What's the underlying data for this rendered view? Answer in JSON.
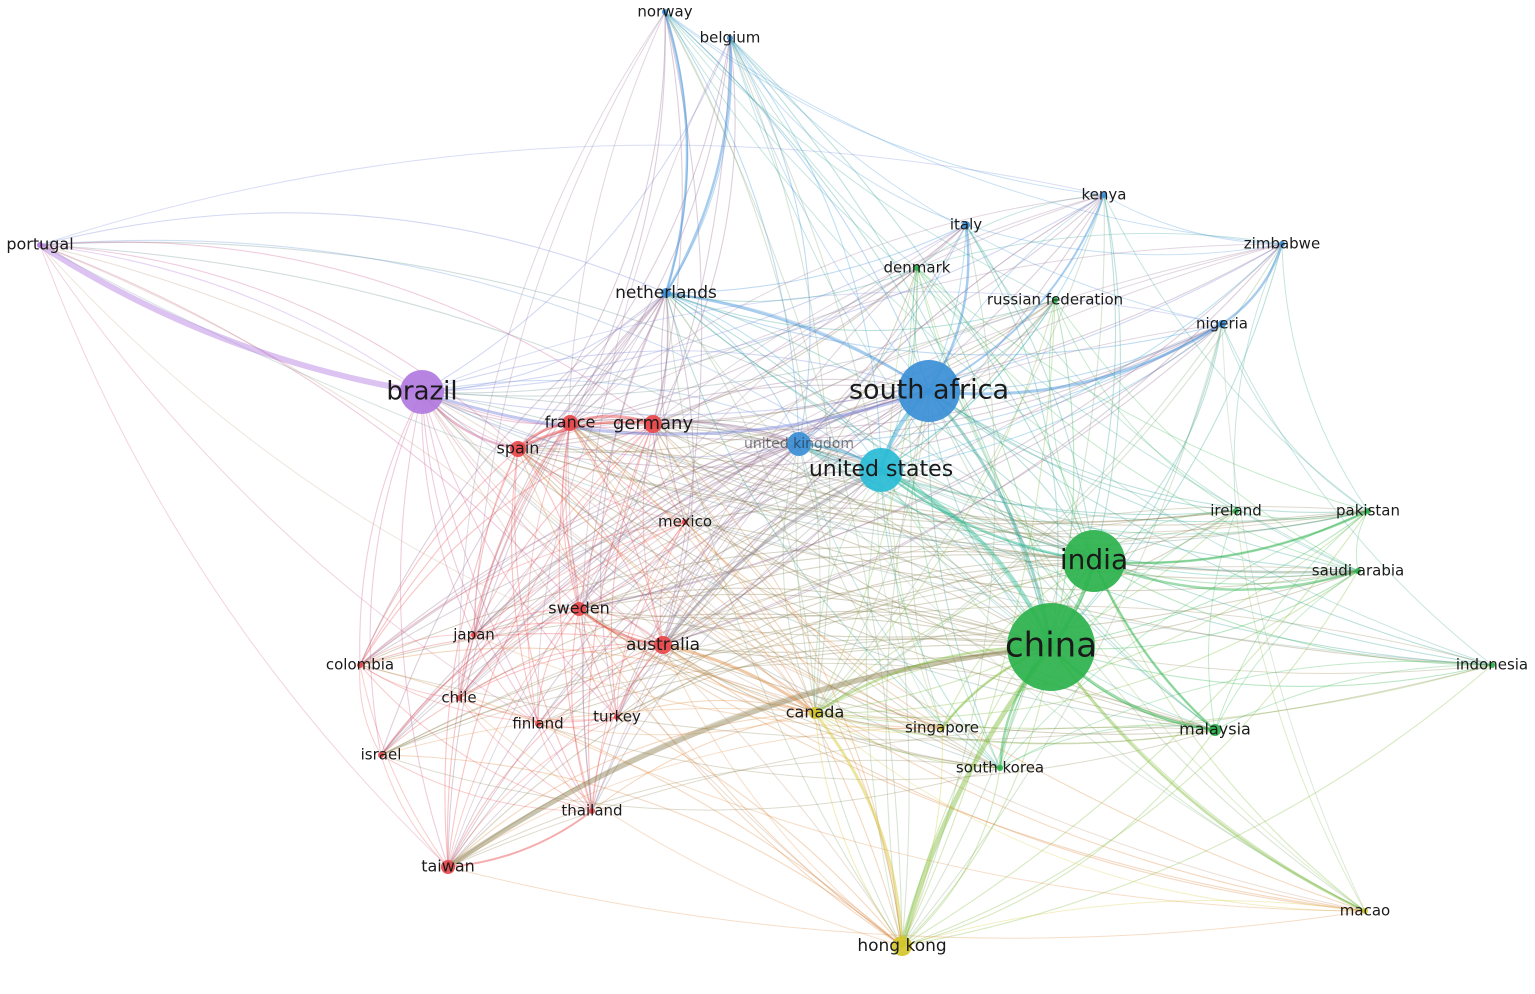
{
  "diagram": {
    "type": "country co-authorship network",
    "clusters": {
      "red": "#e8474a",
      "green": "#2bb24c",
      "blue": "#3b8fd6",
      "cyan": "#29bcd6",
      "purple": "#b27ae0",
      "yellow": "#d4c62c"
    },
    "nodes": [
      {
        "id": "norway",
        "label": "norway",
        "cluster": "blue",
        "weight": 1
      },
      {
        "id": "belgium",
        "label": "belgium",
        "cluster": "blue",
        "weight": 1
      },
      {
        "id": "kenya",
        "label": "kenya",
        "cluster": "blue",
        "weight": 1
      },
      {
        "id": "italy",
        "label": "italy",
        "cluster": "blue",
        "weight": 1.5
      },
      {
        "id": "zimbabwe",
        "label": "zimbabwe",
        "cluster": "blue",
        "weight": 1
      },
      {
        "id": "portugal",
        "label": "portugal",
        "cluster": "purple",
        "weight": 1
      },
      {
        "id": "denmark",
        "label": "denmark",
        "cluster": "green",
        "weight": 1
      },
      {
        "id": "russian_federation",
        "label": "russian federation",
        "cluster": "green",
        "weight": 1
      },
      {
        "id": "netherlands",
        "label": "netherlands",
        "cluster": "blue",
        "weight": 2
      },
      {
        "id": "nigeria",
        "label": "nigeria",
        "cluster": "blue",
        "weight": 1.5
      },
      {
        "id": "brazil",
        "label": "brazil",
        "cluster": "purple",
        "weight": 8
      },
      {
        "id": "south_africa",
        "label": "south africa",
        "cluster": "blue",
        "weight": 9
      },
      {
        "id": "france",
        "label": "france",
        "cluster": "red",
        "weight": 2
      },
      {
        "id": "germany",
        "label": "germany",
        "cluster": "red",
        "weight": 2.5
      },
      {
        "id": "spain",
        "label": "spain",
        "cluster": "red",
        "weight": 2
      },
      {
        "id": "united_kingdom",
        "label": "united kingdom",
        "cluster": "blue",
        "weight": 4
      },
      {
        "id": "united_states",
        "label": "united states",
        "cluster": "cyan",
        "weight": 6
      },
      {
        "id": "mexico",
        "label": "mexico",
        "cluster": "red",
        "weight": 1
      },
      {
        "id": "ireland",
        "label": "ireland",
        "cluster": "green",
        "weight": 1
      },
      {
        "id": "pakistan",
        "label": "pakistan",
        "cluster": "green",
        "weight": 1
      },
      {
        "id": "india",
        "label": "india",
        "cluster": "green",
        "weight": 8
      },
      {
        "id": "saudi_arabia",
        "label": "saudi arabia",
        "cluster": "green",
        "weight": 1
      },
      {
        "id": "sweden",
        "label": "sweden",
        "cluster": "red",
        "weight": 2
      },
      {
        "id": "japan",
        "label": "japan",
        "cluster": "red",
        "weight": 1
      },
      {
        "id": "australia",
        "label": "australia",
        "cluster": "red",
        "weight": 2.5
      },
      {
        "id": "china",
        "label": "china",
        "cluster": "green",
        "weight": 12
      },
      {
        "id": "colombia",
        "label": "colombia",
        "cluster": "red",
        "weight": 1
      },
      {
        "id": "indonesia",
        "label": "indonesia",
        "cluster": "green",
        "weight": 1
      },
      {
        "id": "chile",
        "label": "chile",
        "cluster": "red",
        "weight": 1
      },
      {
        "id": "canada",
        "label": "canada",
        "cluster": "yellow",
        "weight": 2
      },
      {
        "id": "singapore",
        "label": "singapore",
        "cluster": "yellow",
        "weight": 1.5
      },
      {
        "id": "finland",
        "label": "finland",
        "cluster": "red",
        "weight": 1
      },
      {
        "id": "turkey",
        "label": "turkey",
        "cluster": "red",
        "weight": 1
      },
      {
        "id": "malaysia",
        "label": "malaysia",
        "cluster": "green",
        "weight": 2
      },
      {
        "id": "israel",
        "label": "israel",
        "cluster": "red",
        "weight": 1
      },
      {
        "id": "south_korea",
        "label": "south korea",
        "cluster": "green",
        "weight": 1.5
      },
      {
        "id": "thailand",
        "label": "thailand",
        "cluster": "red",
        "weight": 1.5
      },
      {
        "id": "taiwan",
        "label": "taiwan",
        "cluster": "red",
        "weight": 2
      },
      {
        "id": "macao",
        "label": "macao",
        "cluster": "yellow",
        "weight": 1
      },
      {
        "id": "hong_kong",
        "label": "hong kong",
        "cluster": "yellow",
        "weight": 3
      }
    ],
    "strong_links": [
      [
        "portugal",
        "brazil",
        6
      ],
      [
        "brazil",
        "south_africa",
        3
      ],
      [
        "brazil",
        "spain",
        2.5
      ],
      [
        "china",
        "taiwan",
        5
      ],
      [
        "china",
        "hong_kong",
        5
      ],
      [
        "china",
        "india",
        4
      ],
      [
        "china",
        "united_states",
        4
      ],
      [
        "china",
        "south_africa",
        3
      ],
      [
        "china",
        "malaysia",
        3
      ],
      [
        "china",
        "macao",
        2.5
      ],
      [
        "china",
        "singapore",
        2.5
      ],
      [
        "china",
        "canada",
        2.5
      ],
      [
        "china",
        "south_korea",
        2.5
      ],
      [
        "south_africa",
        "united_states",
        4
      ],
      [
        "south_africa",
        "nigeria",
        3
      ],
      [
        "south_africa",
        "netherlands",
        2.5
      ],
      [
        "south_africa",
        "italy",
        2.5
      ],
      [
        "south_africa",
        "kenya",
        2
      ],
      [
        "united_states",
        "united_kingdom",
        3
      ],
      [
        "united_states",
        "australia",
        3
      ],
      [
        "united_states",
        "india",
        2.5
      ],
      [
        "canada",
        "australia",
        3
      ],
      [
        "hong_kong",
        "canada",
        3
      ],
      [
        "netherlands",
        "belgium",
        2.5
      ],
      [
        "netherlands",
        "norway",
        2.5
      ],
      [
        "nigeria",
        "zimbabwe",
        2.5
      ],
      [
        "india",
        "saudi_arabia",
        2.5
      ],
      [
        "india",
        "pakistan",
        2.5
      ],
      [
        "india",
        "malaysia",
        2.5
      ],
      [
        "germany",
        "spain",
        2.5
      ],
      [
        "germany",
        "france",
        2.5
      ],
      [
        "france",
        "spain",
        2.5
      ],
      [
        "sweden",
        "australia",
        2.5
      ],
      [
        "taiwan",
        "thailand",
        2
      ]
    ]
  }
}
